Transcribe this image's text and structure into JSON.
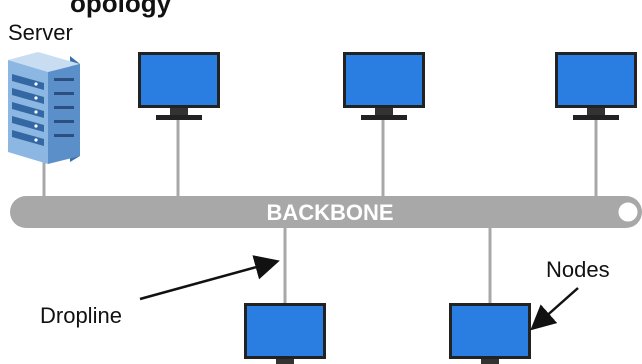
{
  "diagram": {
    "title_fragment": "opology",
    "server_label": "Server",
    "backbone_label": "BACKBONE",
    "dropline_label": "Dropline",
    "nodes_label": "Nodes",
    "colors": {
      "backbone": "#a8a8a8",
      "dropline": "#a8a8a8",
      "monitor_screen": "#2a7de1",
      "monitor_frame": "#222222",
      "server_body": "#7fb0e0"
    }
  }
}
